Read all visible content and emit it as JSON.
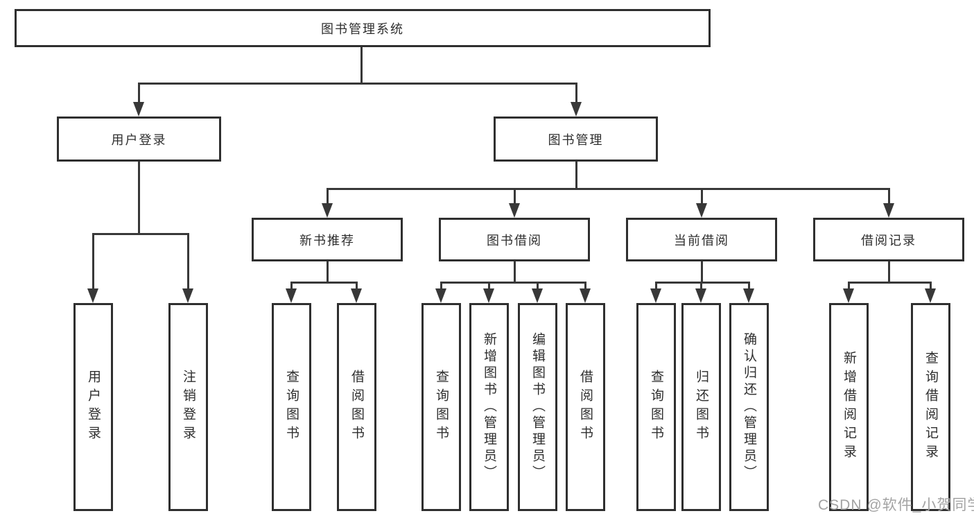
{
  "diagram": {
    "title": "图书管理系统",
    "level2": [
      {
        "label": "用户登录"
      },
      {
        "label": "图书管理"
      }
    ],
    "level3": [
      {
        "label": "新书推荐"
      },
      {
        "label": "图书借阅"
      },
      {
        "label": "当前借阅"
      },
      {
        "label": "借阅记录"
      }
    ],
    "leaves": [
      {
        "label": "用户登录"
      },
      {
        "label": "注销登录"
      },
      {
        "label": "查询图书"
      },
      {
        "label": "借阅图书"
      },
      {
        "label": "查询图书"
      },
      {
        "label": "新增图书（管理员）"
      },
      {
        "label": "编辑图书（管理员）"
      },
      {
        "label": "借阅图书"
      },
      {
        "label": "查询图书"
      },
      {
        "label": "归还图书"
      },
      {
        "label": "确认归还（管理员）"
      },
      {
        "label": "新增借阅记录"
      },
      {
        "label": "查询借阅记录"
      }
    ],
    "watermark": "CSDN @软件_小贺同学",
    "colors": {
      "line": "#383838",
      "border": "#2f2f2f",
      "text": "#2e2e2e",
      "watermark": "#a3a3a3",
      "background": "#ffffff"
    }
  }
}
